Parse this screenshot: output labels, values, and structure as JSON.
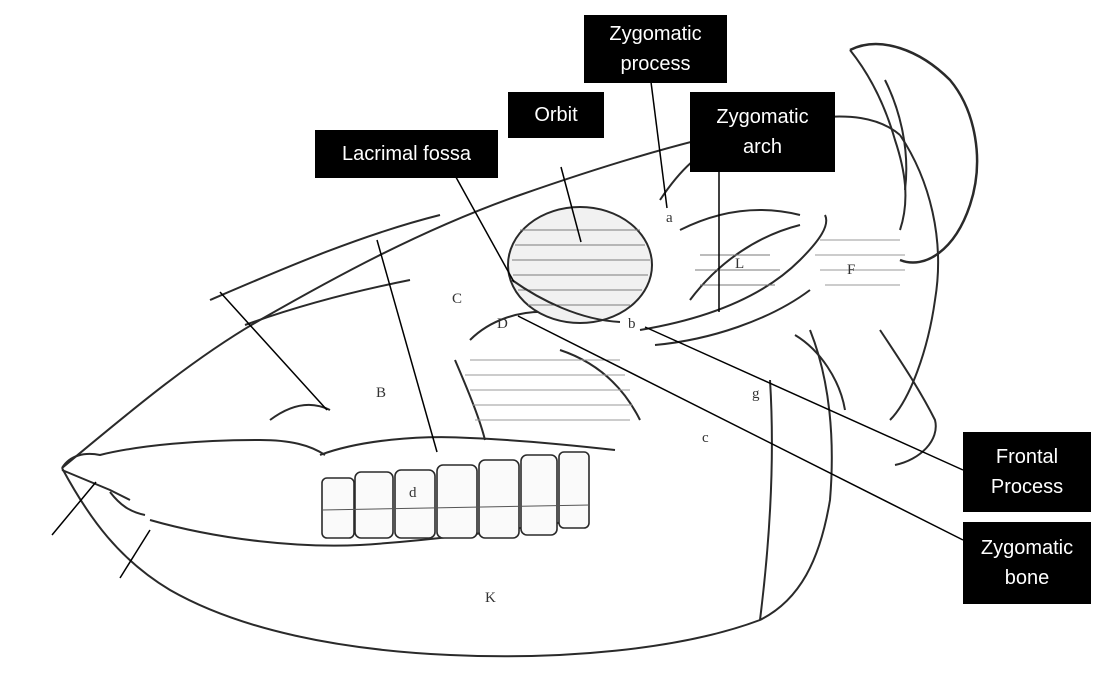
{
  "figure": {
    "subject": "skull-lateral-view",
    "drawing_style": "engraved line drawing",
    "callout_background": "#000000",
    "callout_text_color": "#ffffff",
    "leader_line_color": "#000000"
  },
  "callouts": {
    "zygomatic_process": {
      "line1": "Zygomatic",
      "line2": "process"
    },
    "orbit": {
      "line1": "Orbit"
    },
    "lacrimal_fossa": {
      "line1": "Lacrimal fossa"
    },
    "zygomatic_arch": {
      "line1": "Zygomatic",
      "line2": "arch"
    },
    "frontal_process": {
      "line1": "Frontal",
      "line2": "Process"
    },
    "zygomatic_bone": {
      "line1": "Zygomatic",
      "line2": "bone"
    }
  },
  "letters": {
    "a": "a",
    "b": "b",
    "B": "B",
    "C": "C",
    "D": "D",
    "d": "d",
    "L": "L",
    "F": "F",
    "g": "g",
    "c": "c",
    "K": "K"
  }
}
